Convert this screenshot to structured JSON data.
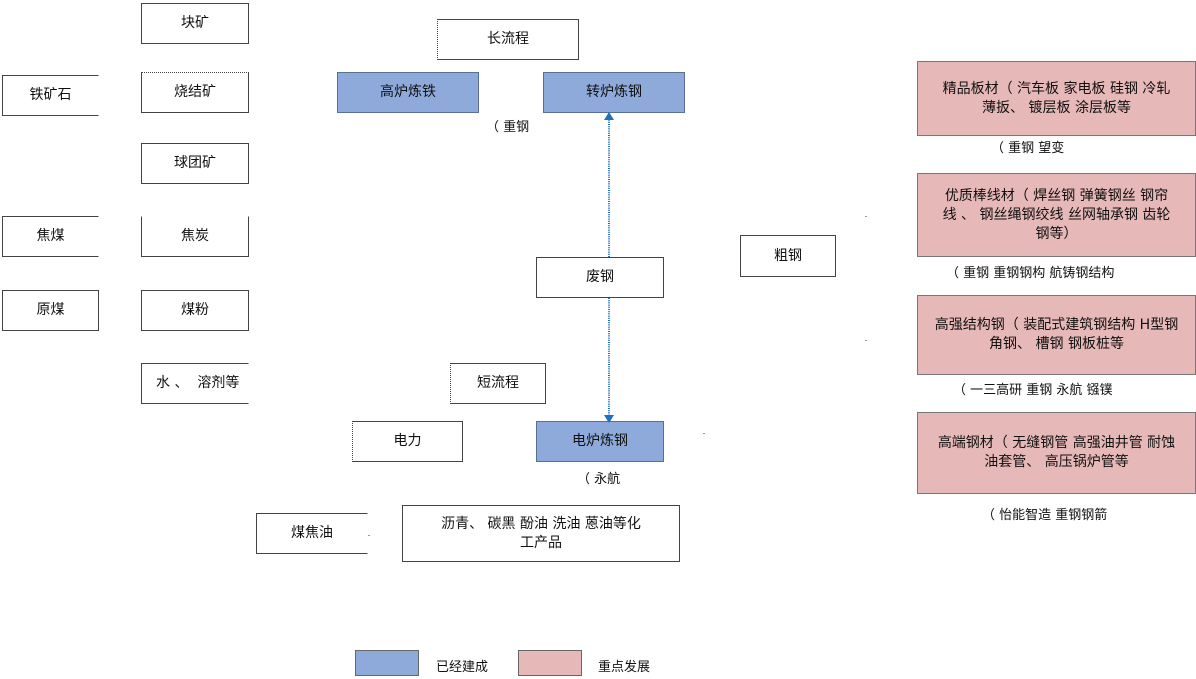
{
  "raw_materials": {
    "iron_ore": "铁矿石",
    "coking_coal": "焦煤",
    "raw_coal": "原煤"
  },
  "processed": {
    "lump_ore": "块矿",
    "sinter": "烧结矿",
    "pellet": "球团矿",
    "coke": "焦炭",
    "coal_powder": "煤粉",
    "water_flux": "水 、  溶剂等"
  },
  "long_process": {
    "label": "长流程",
    "blast_furnace": "高炉炼铁",
    "converter": "转炉炼钢",
    "converter_note": "（    重钢"
  },
  "short_process": {
    "label": "短流程",
    "scrap": "废钢",
    "electric_power": "电力",
    "eaf": "电炉炼钢",
    "eaf_note": "（    永航"
  },
  "byproducts": {
    "coal_tar": "煤焦油",
    "chemicals": "沥青、  碳黑  酚油  洗油  蒽油等化\n工产品"
  },
  "crude_steel": "粗钢",
  "products": [
    {
      "text": "精品板材（    汽车板  家电板  硅钢  冷轧\n薄扳、   镀层板  涂层板等",
      "note": "（    重钢  望变"
    },
    {
      "text": "优质棒线材（    焊丝钢  弹簧钢丝  钢帘\n线  、   钢丝绳钢绞线  丝网轴承钢  齿轮\n钢等）",
      "note": "（    重钢   重钢钢构  航铸钢结构"
    },
    {
      "text": "高强结构钢（    装配式建筑钢结构  H型钢\n角钢、   槽钢  钢板桩等",
      "note": "（    一三高研  重钢  永航  镪镤"
    },
    {
      "text": "高端钢材（    无缝钢管  高强油井管  耐蚀\n油套管、   高压锅炉管等",
      "note": "（    怡能智造  重钢钢箭"
    }
  ],
  "legend": {
    "built": "已经建成",
    "focus": "重点发展"
  },
  "colors": {
    "built": "#8eaadb",
    "focus": "#e6b8b7",
    "arrow": "#1f6fbf"
  }
}
